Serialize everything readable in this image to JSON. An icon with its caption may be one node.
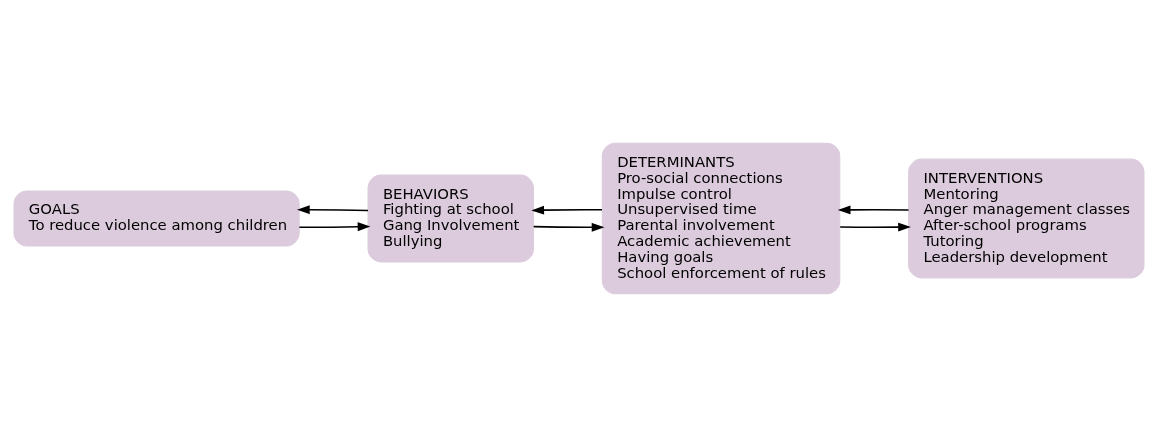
{
  "diagram": {
    "nodes": [
      {
        "text": [
          "GOALS",
          "To reduce violence among children"
        ]
      },
      {
        "text": [
          "BEHAVIORS",
          "Fighting at school",
          "Gang Involvement",
          "Bullying"
        ]
      },
      {
        "text": [
          "DETERMINANTS",
          "Pro-social connections",
          "Impulse control",
          "Unsupervised time",
          "Parental involvement",
          "Academic achievement",
          "Having goals",
          "School enforcement of rules"
        ]
      },
      {
        "text": [
          "INTERVENTIONS",
          "Mentoring",
          "Anger management classes",
          "After-school programs",
          "Tutoring",
          "Leadership development"
        ]
      }
    ],
    "edges": [
      {
        "from": 1,
        "to": 0,
        "arrow": "to"
      },
      {
        "from": 0,
        "to": 1,
        "arrow": "to"
      },
      {
        "from": 2,
        "to": 1,
        "arrow": "to"
      },
      {
        "from": 1,
        "to": 2,
        "arrow": "to"
      },
      {
        "from": 3,
        "to": 2,
        "arrow": "to"
      },
      {
        "from": 2,
        "to": 3,
        "arrow": "to"
      }
    ]
  }
}
